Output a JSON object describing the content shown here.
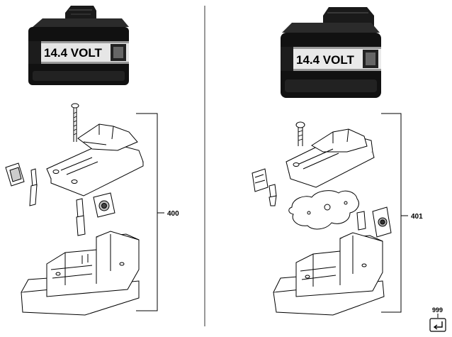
{
  "left_panel": {
    "battery_label": "14.4 VOLT",
    "side_text": "",
    "assembly_number": "400"
  },
  "right_panel": {
    "battery_label": "14.4 VOLT",
    "side_text": "",
    "assembly_number": "401"
  },
  "footer": {
    "reference_number": "999",
    "return_icon": "return-arrow-icon"
  }
}
